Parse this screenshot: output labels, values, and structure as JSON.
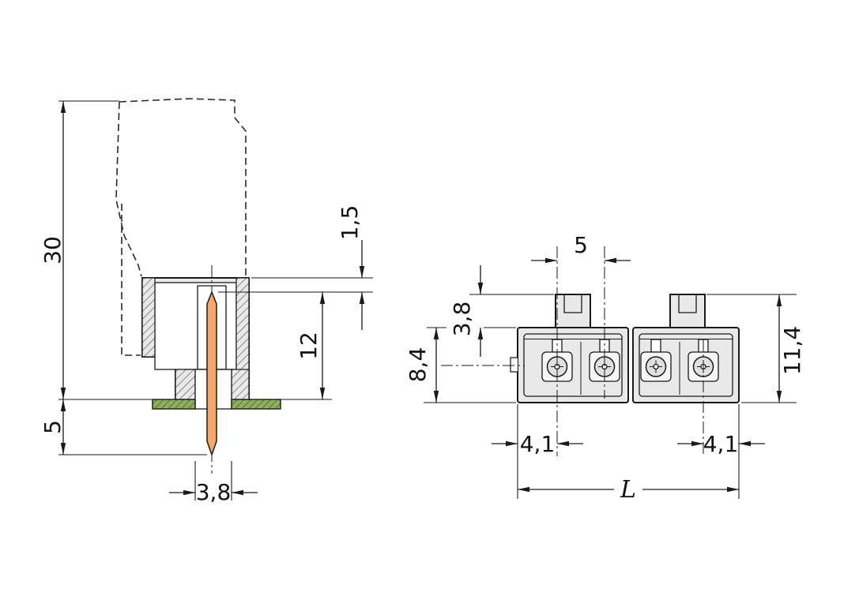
{
  "drawing": {
    "colors": {
      "line": "#1a1a1a",
      "body_fill": "#e9e9e9",
      "pin_fill": "#f2a96b",
      "pcb_fill": "#8cb05c"
    },
    "side_view": {
      "dims": {
        "total_height": "30",
        "pin_below_board": "5",
        "pin_recess": "1,5",
        "housing_height": "12",
        "collar_width": "3,8"
      }
    },
    "front_view": {
      "dims": {
        "pin_pitch": "5",
        "latch_height": "3,8",
        "body_height": "8,4",
        "total_height": "11,4",
        "edge_to_first_pin": "4,1",
        "edge_to_last_pin": "4,1",
        "overall_length": "L"
      }
    }
  }
}
